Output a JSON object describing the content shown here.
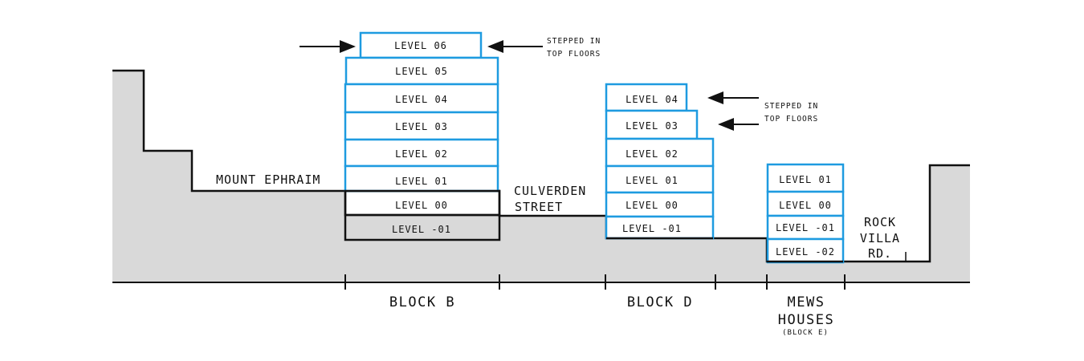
{
  "colors": {
    "ground": "#d9d9d9",
    "accent": "#1e9be0",
    "line": "#111111"
  },
  "streets": {
    "mount_ephraim": "MOUNT EPHRAIM",
    "culverden_1": "CULVERDEN",
    "culverden_2": "STREET",
    "rock_1": "ROCK",
    "rock_2": "VILLA",
    "rock_3": "RD."
  },
  "notes": {
    "b_1": "STEPPED IN",
    "b_2": "TOP FLOORS",
    "d_1": "STEPPED IN",
    "d_2": "TOP FLOORS"
  },
  "block_b": {
    "label": "BLOCK B",
    "levels": [
      "LEVEL 06",
      "LEVEL 05",
      "LEVEL 04",
      "LEVEL 03",
      "LEVEL 02",
      "LEVEL 01",
      "LEVEL 00",
      "LEVEL -01"
    ]
  },
  "block_d": {
    "label": "BLOCK D",
    "levels": [
      "LEVEL 04",
      "LEVEL 03",
      "LEVEL 02",
      "LEVEL 01",
      "LEVEL 00",
      "LEVEL -01"
    ]
  },
  "mews": {
    "label_1": "MEWS",
    "label_2": "HOUSES",
    "label_3": "(BLOCK E)",
    "levels": [
      "LEVEL 01",
      "LEVEL 00",
      "LEVEL -01",
      "LEVEL -02"
    ]
  }
}
